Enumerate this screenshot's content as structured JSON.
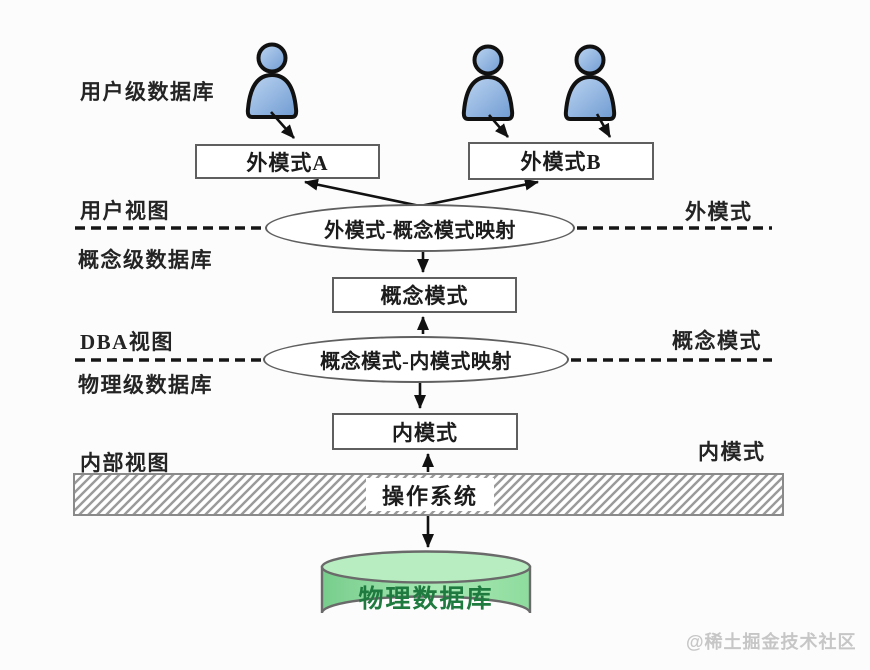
{
  "diagram": {
    "left_labels": {
      "user_level_db": "用户级数据库",
      "user_view": "用户视图",
      "concept_level_db": "概念级数据库",
      "dba_view": "DBA视图",
      "physical_level_db": "物理级数据库",
      "internal_view": "内部视图"
    },
    "right_labels": {
      "external_schema": "外模式",
      "conceptual_schema": "概念模式",
      "internal_schema": "内模式"
    },
    "nodes": {
      "external_schema_a": "外模式A",
      "external_schema_b": "外模式B",
      "ext_concept_mapping": "外模式-概念模式映射",
      "conceptual_schema": "概念模式",
      "concept_internal_mapping": "概念模式-内模式映射",
      "internal_schema": "内模式",
      "operating_system": "操作系统",
      "physical_database": "物理数据库"
    },
    "icons": {
      "user": "user-icon"
    },
    "colors": {
      "bg": "#fcfcfc",
      "line": "#151515",
      "box_border": "#5f5f5f",
      "hatch_line": "#9a9a9a",
      "user_fill": "#7da7d9",
      "cylinder_body": "#8edc9e",
      "cylinder_top": "#b7edc0",
      "cylinder_stroke": "#6a6a6a",
      "cylinder_text": "#1e7a3e",
      "watermark": "#c6c6c6"
    },
    "watermark": "@稀土掘金技术社区"
  }
}
